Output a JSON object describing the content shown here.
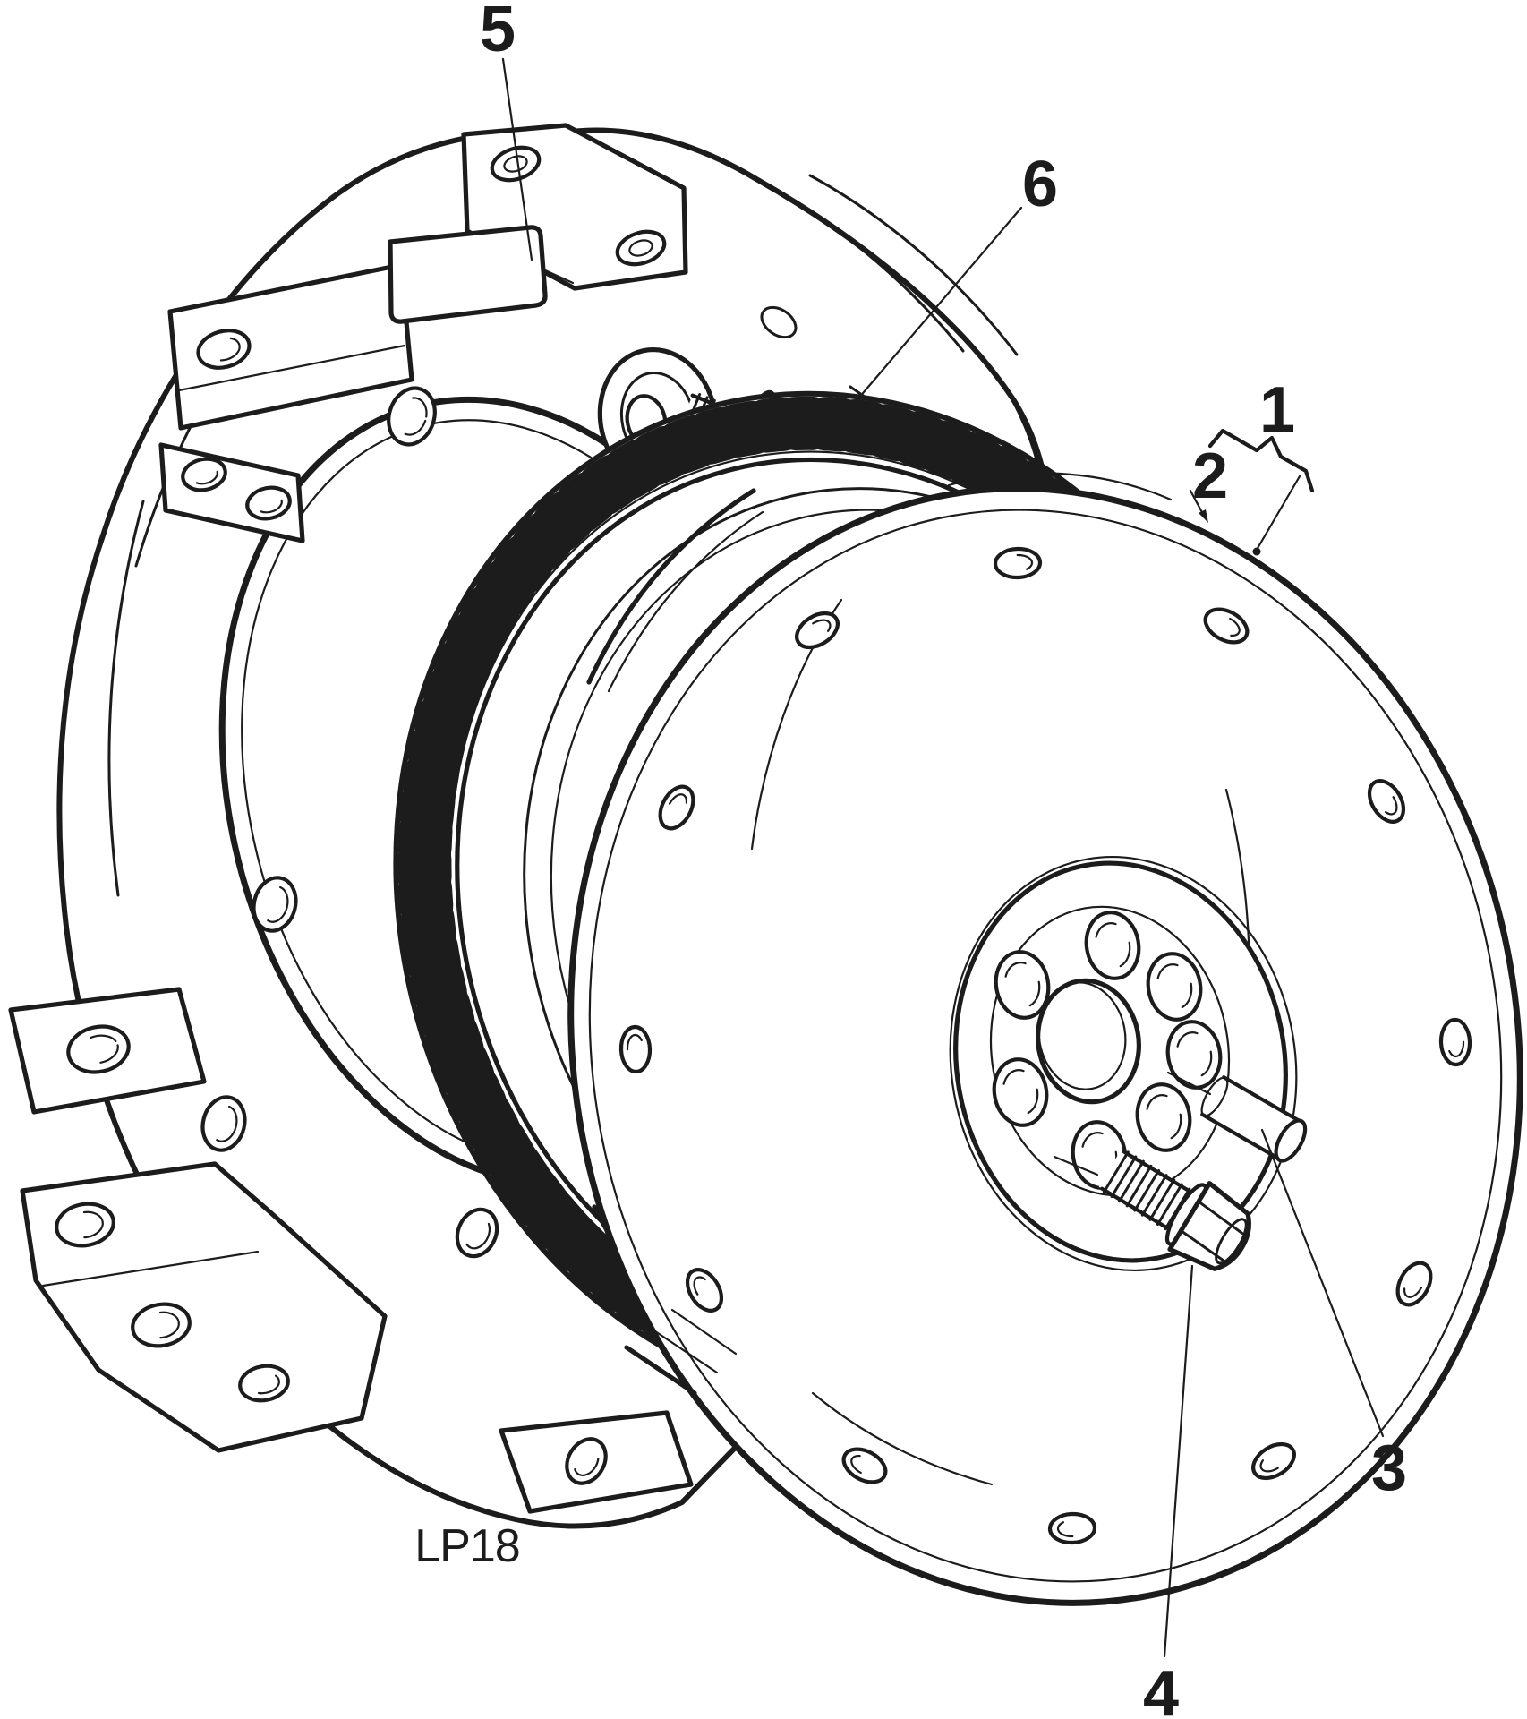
{
  "figure": {
    "caption_code": "LP18",
    "ink_color": "#1c1c1c",
    "paper_color": "#ffffff",
    "callouts": [
      {
        "label": "1"
      },
      {
        "label": "2"
      },
      {
        "label": "3"
      },
      {
        "label": "4"
      },
      {
        "label": "5"
      },
      {
        "label": "6"
      }
    ]
  }
}
